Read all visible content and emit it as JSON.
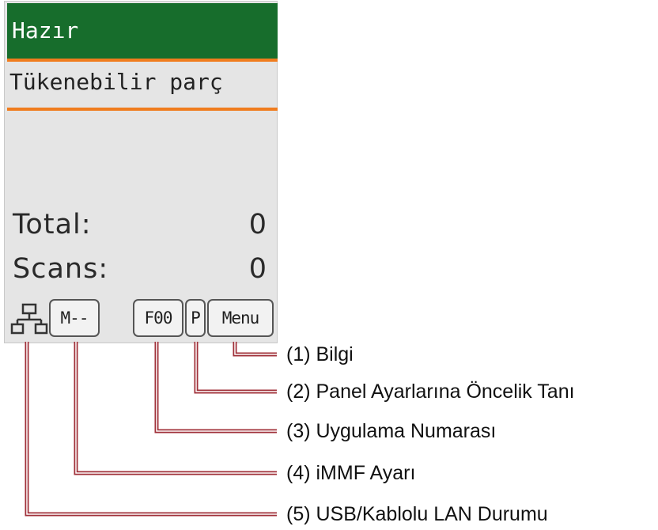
{
  "panel": {
    "status": "Hazır",
    "message": "Tükenebilir parç",
    "counters": [
      {
        "label": "Total:",
        "value": "0"
      },
      {
        "label": "Scans:",
        "value": "0"
      }
    ],
    "bottom": {
      "network_icon": "network-icon",
      "immf_setting": "M--",
      "app_number": "F00",
      "priority": "P",
      "menu": "Menu"
    }
  },
  "callouts": [
    "(1) Bilgi",
    "(2) Panel Ayarlarına Öncelik Tanı",
    "(3) Uygulama Numarası",
    "(4) iMMF Ayarı",
    "(5) USB/Kablolu LAN Durumu"
  ],
  "colors": {
    "status_bg": "#176d2c",
    "separator": "#f07c1e",
    "leader_line": "#a0313a",
    "panel_bg": "#e5e5e5"
  }
}
